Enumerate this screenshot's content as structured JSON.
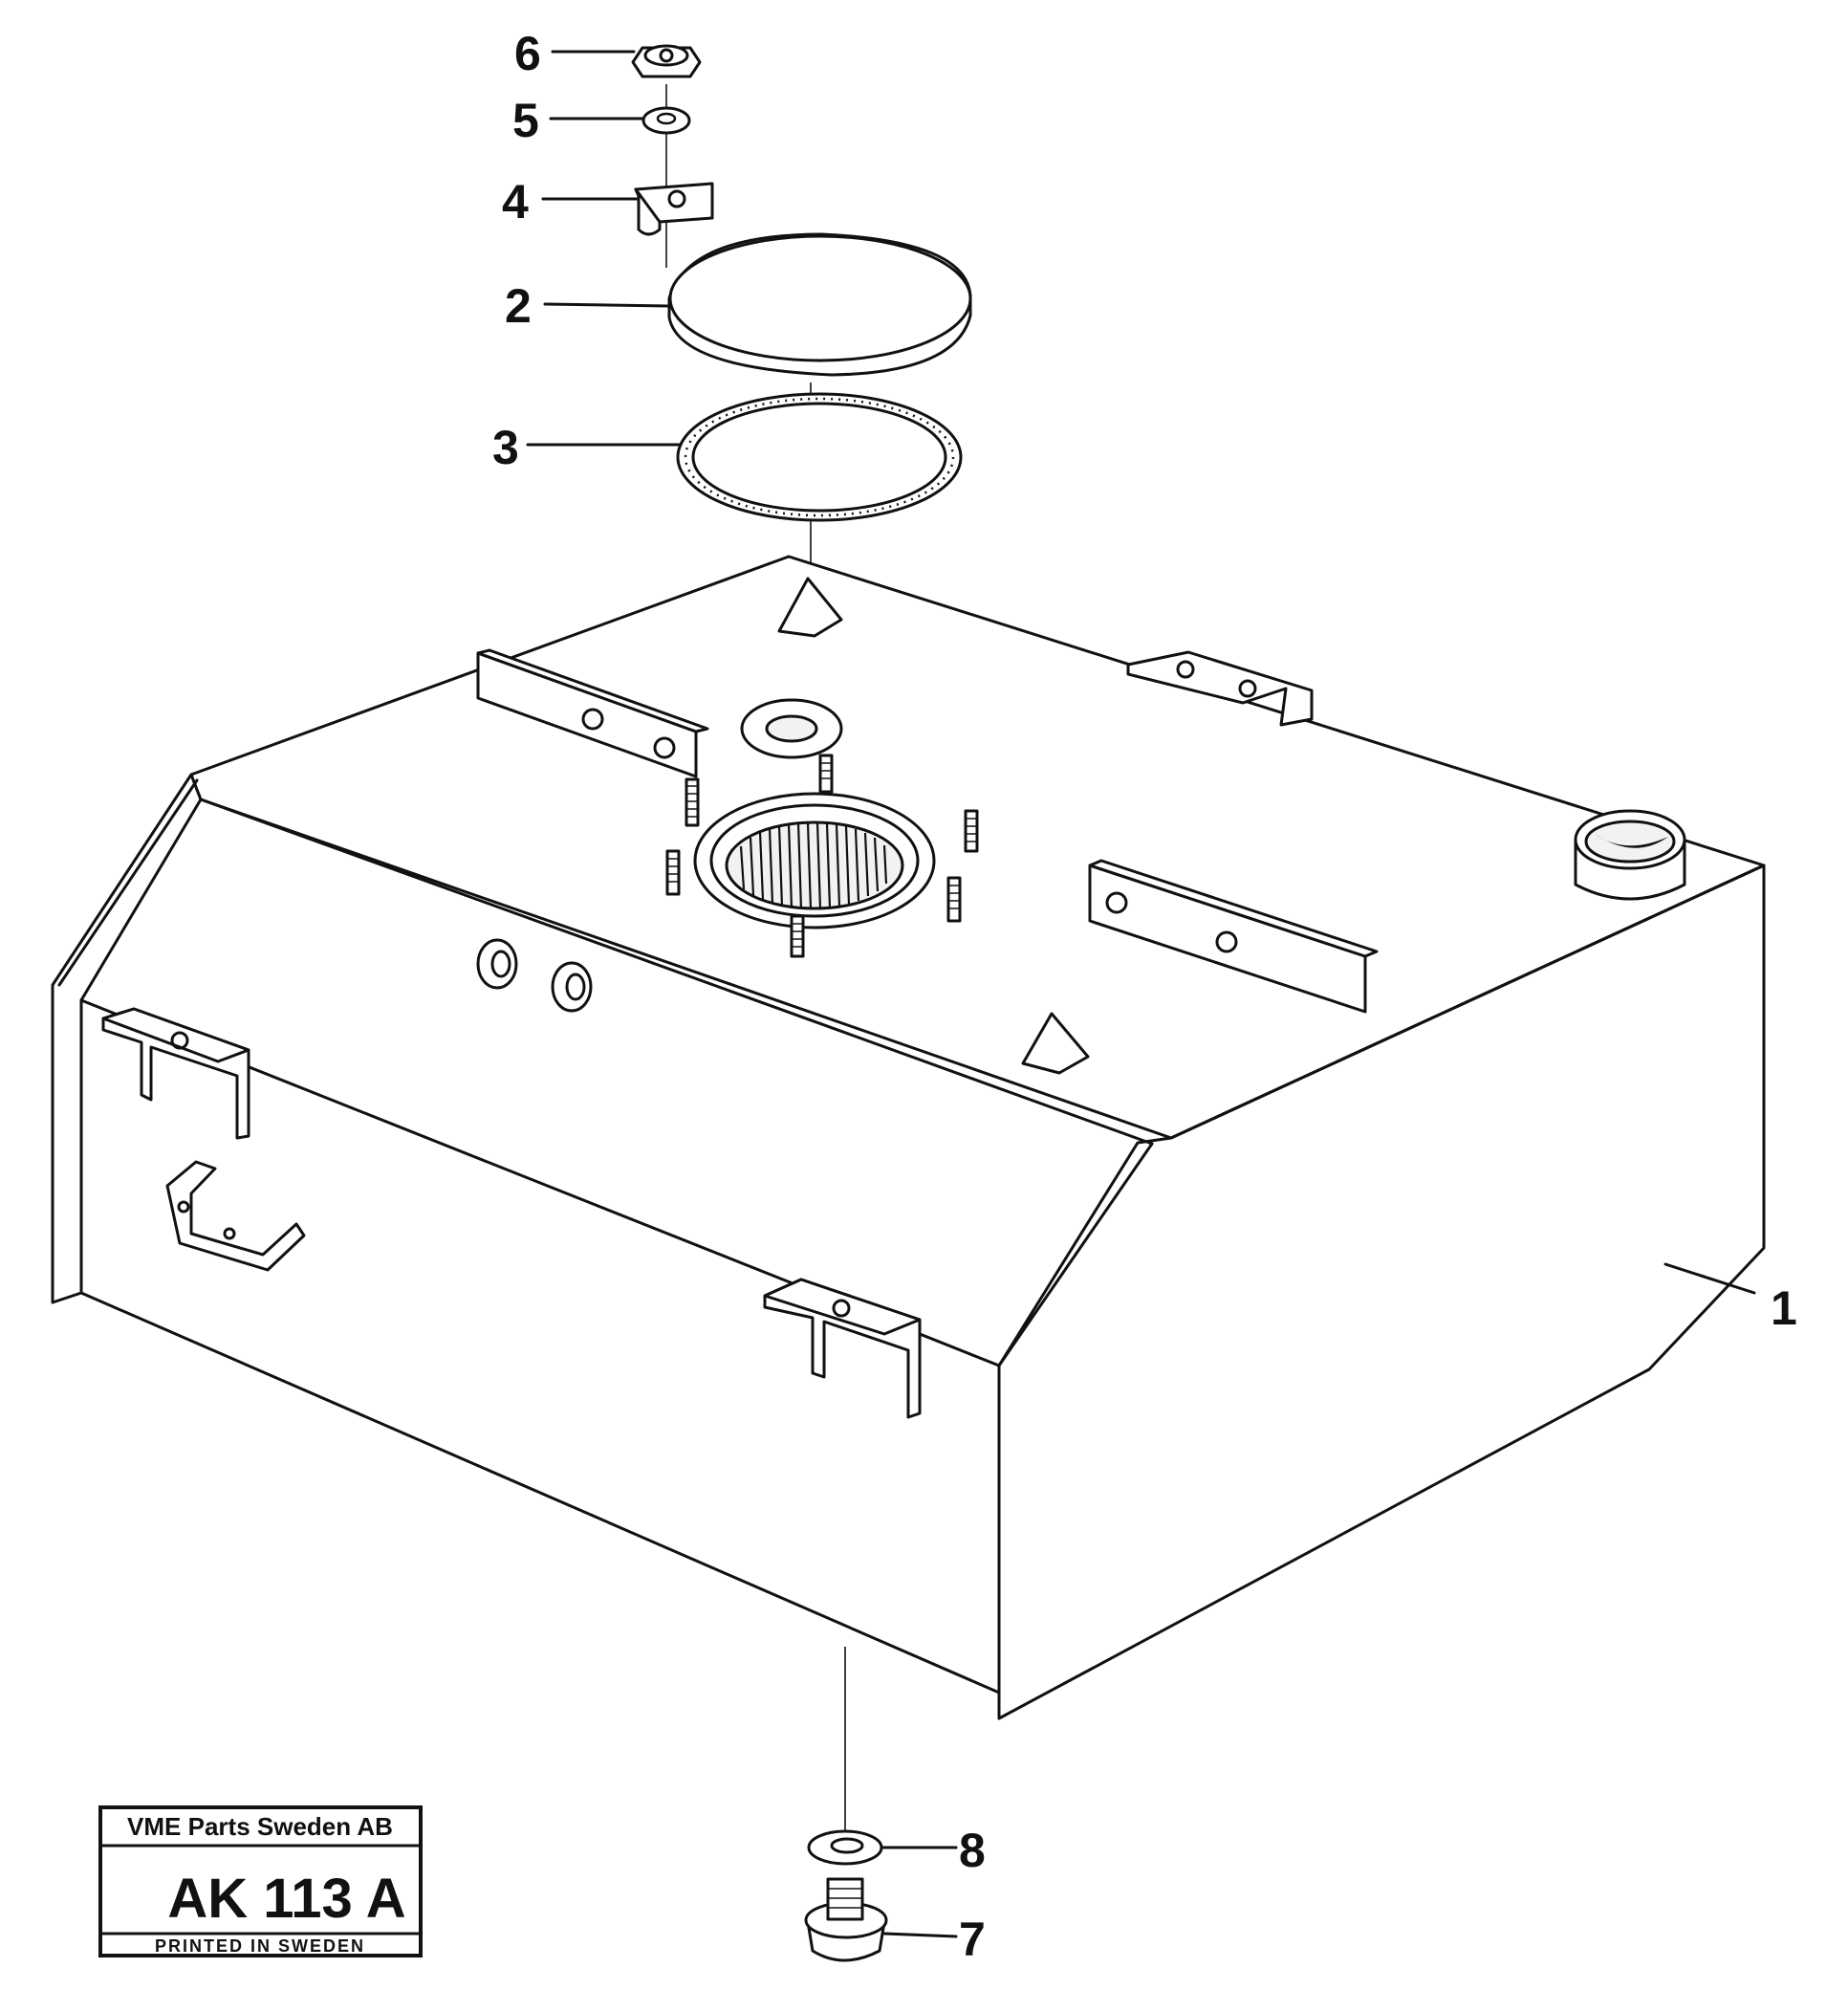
{
  "diagram": {
    "callouts": [
      {
        "id": "1",
        "label": "1"
      },
      {
        "id": "2",
        "label": "2"
      },
      {
        "id": "3",
        "label": "3"
      },
      {
        "id": "4",
        "label": "4"
      },
      {
        "id": "5",
        "label": "5"
      },
      {
        "id": "6",
        "label": "6"
      },
      {
        "id": "7",
        "label": "7"
      },
      {
        "id": "8",
        "label": "8"
      }
    ]
  },
  "stamp": {
    "company": "VME Parts Sweden AB",
    "code": "AK 113 A",
    "footer": "PRINTED IN SWEDEN"
  }
}
